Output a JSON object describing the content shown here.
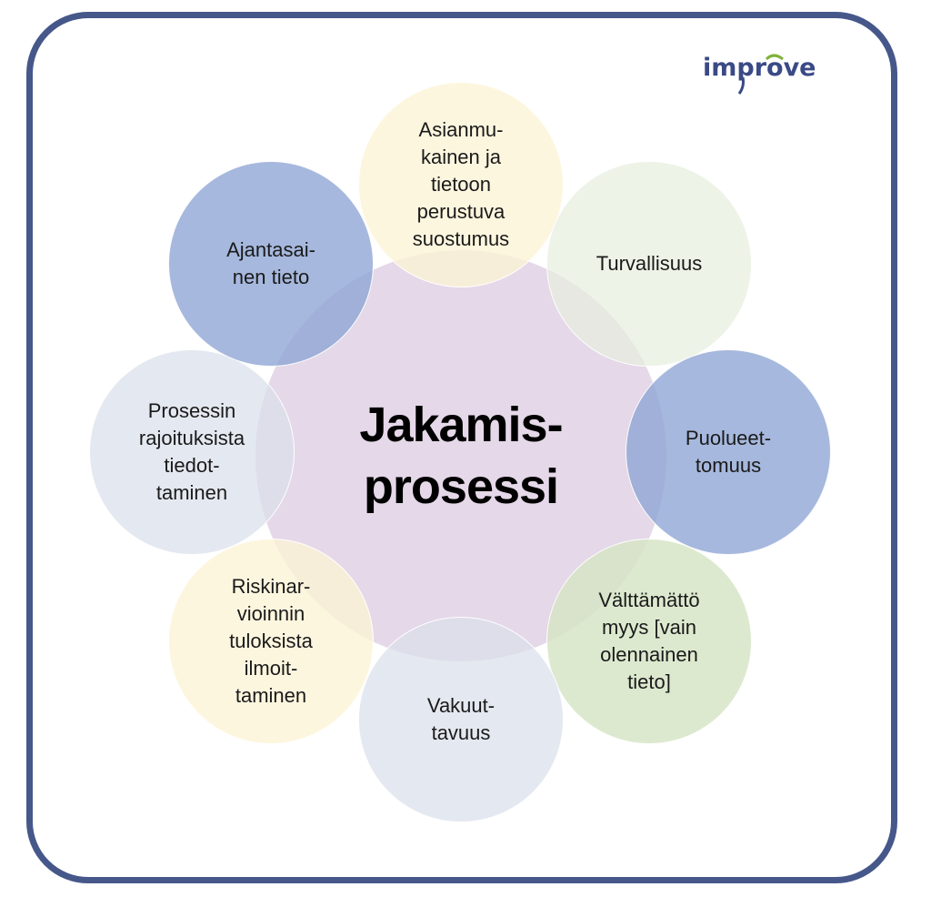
{
  "logo": {
    "text": "improve"
  },
  "center": {
    "label": "Jakamis-\nprosessi"
  },
  "satellites": [
    {
      "label": "Asianmu-\nkainen ja\ntietoon\nperustuva\nsuostumus"
    },
    {
      "label": "Turvallisuus"
    },
    {
      "label": "Puolueet-\ntomuus"
    },
    {
      "label": "Välttämättö\nmyys [vain\nolennainen\ntieto]"
    },
    {
      "label": "Vakuut-\ntavuus"
    },
    {
      "label": "Riskinar-\nvioinnin\ntuloksista\nilmoit-\ntaminen"
    },
    {
      "label": "Prosessin\nrajoituksista\ntiedot-\ntaminen"
    },
    {
      "label": "Ajantasai-\nnen tieto"
    }
  ],
  "colors": {
    "frame": "#46578a",
    "logo": "#3a4a86",
    "logo_accent": "#7fb23a",
    "center": "#decde2",
    "yellow": "#fcf4d6",
    "light_green": "#e6eede",
    "blue": "#8da4d4",
    "green": "#d5e4c4",
    "gray": "#dbe0eb"
  }
}
